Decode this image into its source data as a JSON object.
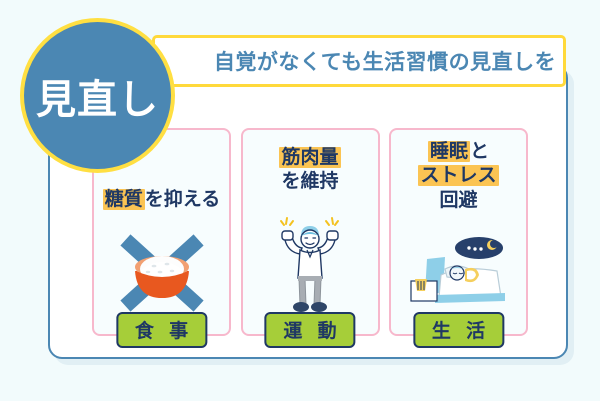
{
  "background_color": "#F2FBFC",
  "colors": {
    "accent_blue": "#4B87B3",
    "highlight_yellow": "#FBC453",
    "ribbon_yellow": "#FFD93B",
    "card_pink": "#F7B8CC",
    "tag_green": "#A6CE39",
    "navy_text": "#1F3864"
  },
  "circle": {
    "label": "見直し",
    "icon": "circle-badge"
  },
  "header": {
    "title": "自覚がなくても生活習慣の見直しを"
  },
  "cards": [
    {
      "id": "diet",
      "text_lines": [
        {
          "highlight": "糖質",
          "plain": "を抑える"
        }
      ],
      "illustration": "rice-bowl-crossed-out-icon",
      "tag": "食 事"
    },
    {
      "id": "exercise",
      "text_lines": [
        {
          "highlight": "筋肉量",
          "plain": ""
        },
        {
          "highlight": "",
          "plain": "を維持"
        }
      ],
      "illustration": "flexing-person-icon",
      "tag": "運 動"
    },
    {
      "id": "lifestyle",
      "text_lines": [
        {
          "highlight": "睡眠",
          "plain": "と"
        },
        {
          "highlight": "ストレス",
          "plain": ""
        },
        {
          "highlight": "",
          "plain": "回避"
        }
      ],
      "illustration": "sleeping-person-bed-icon",
      "tag": "生 活"
    }
  ]
}
